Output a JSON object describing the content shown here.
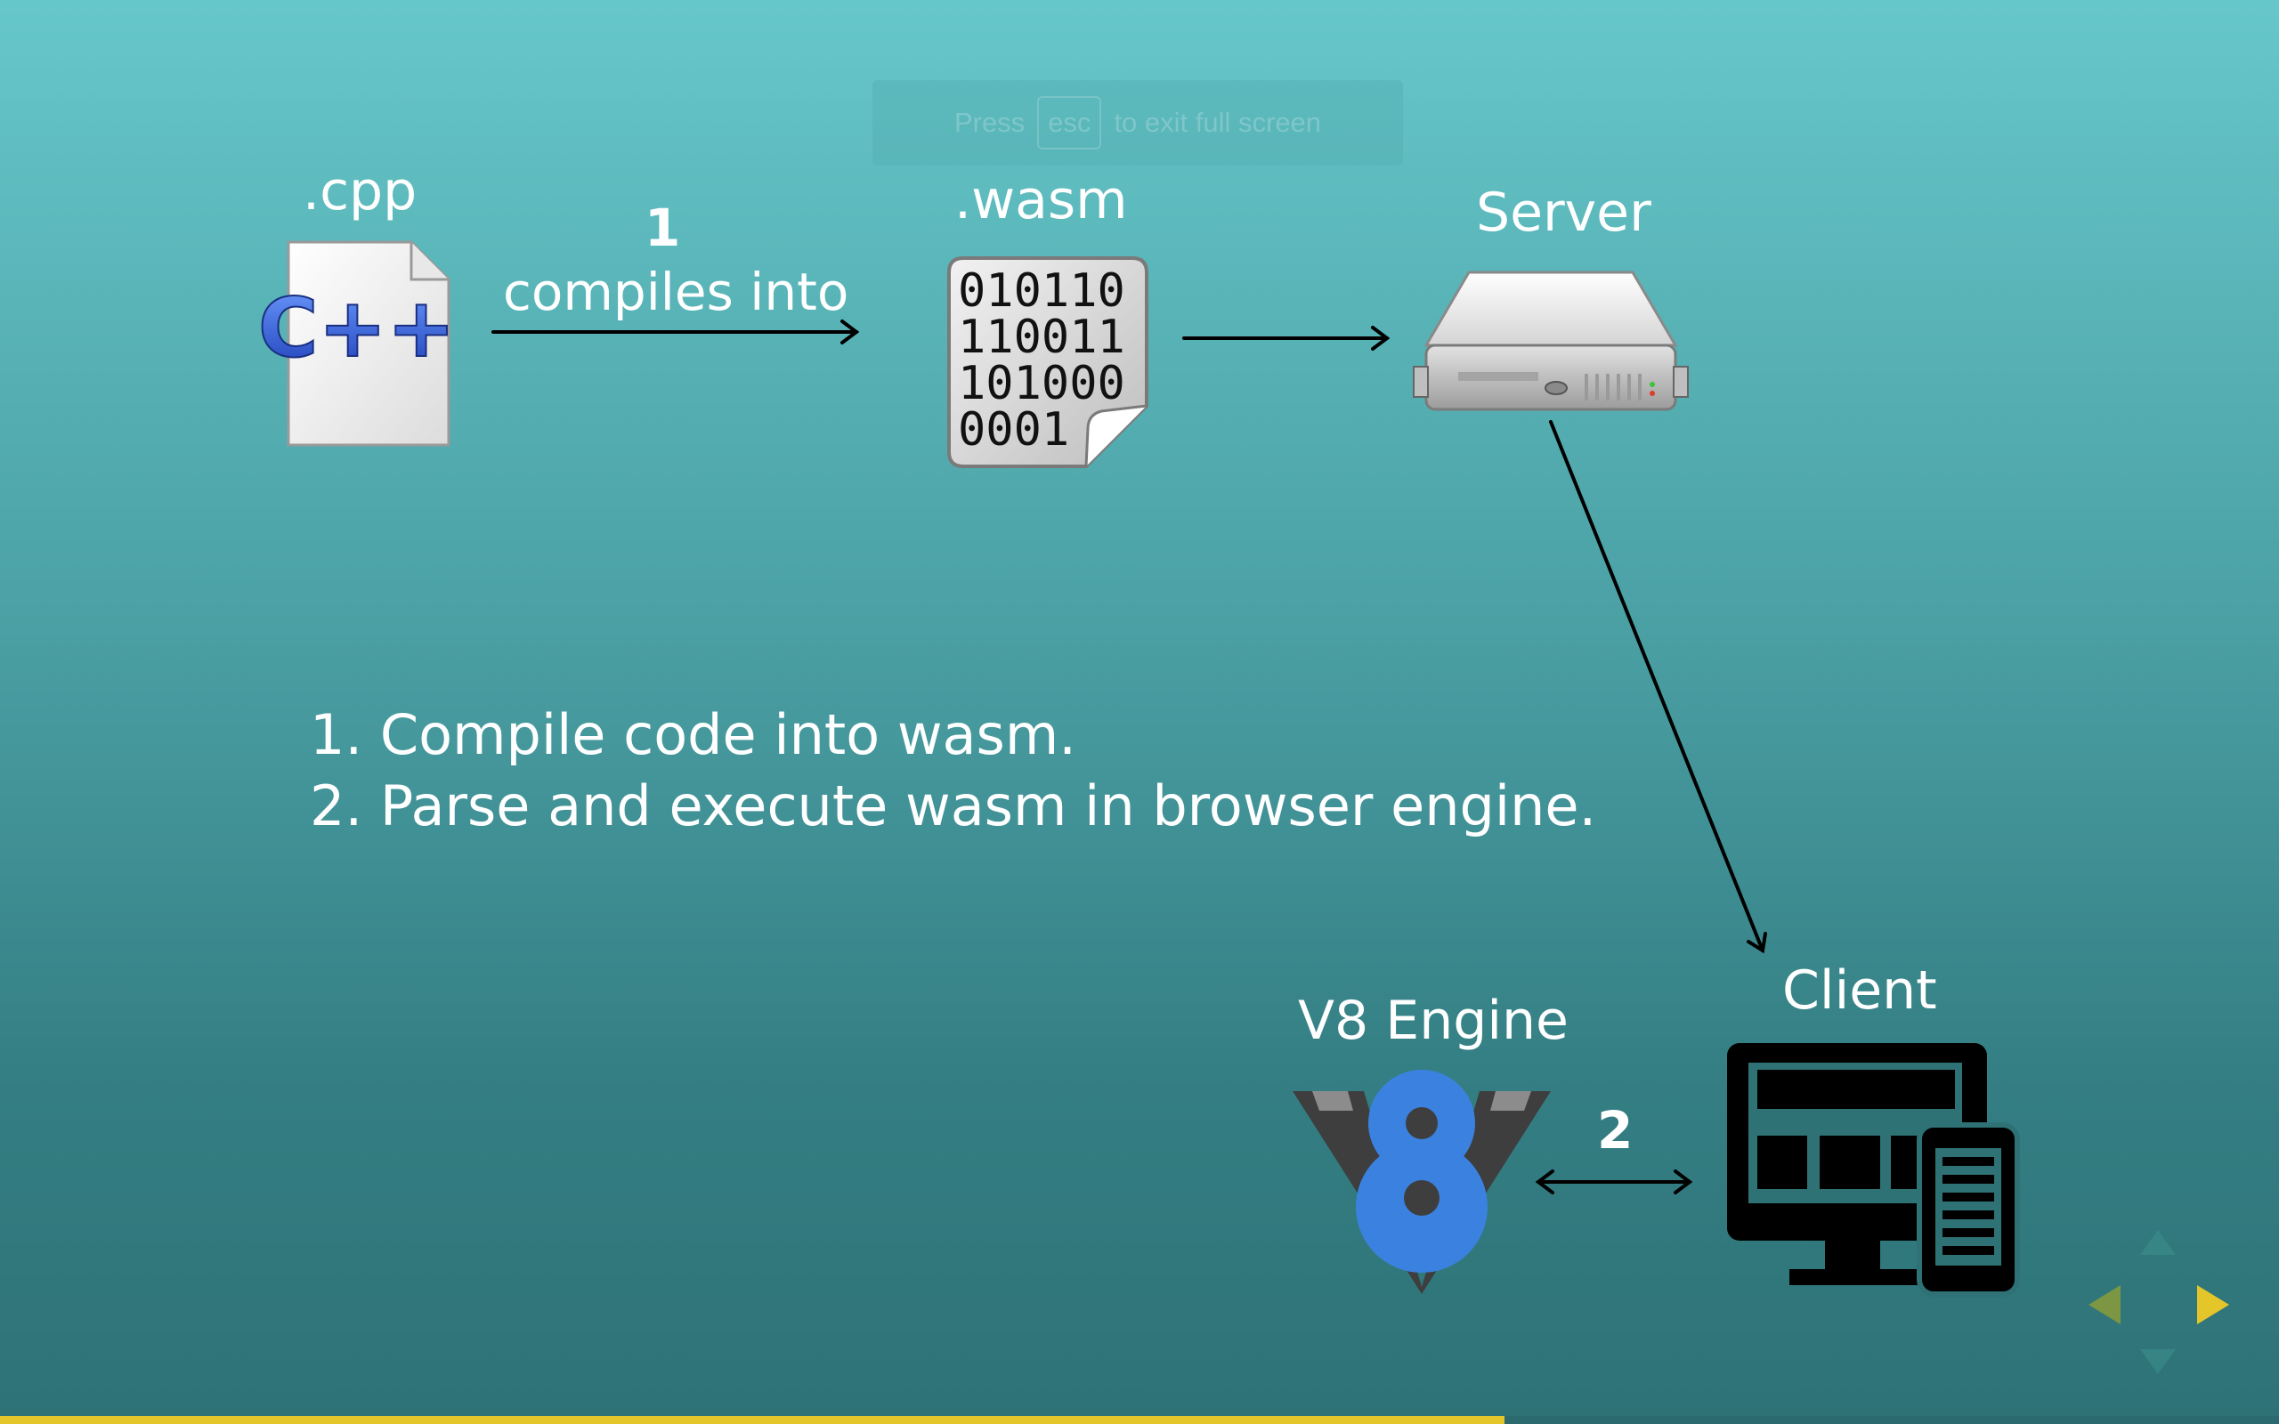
{
  "fullscreen_hint": {
    "press": "Press",
    "key": "esc",
    "rest": "to exit full screen"
  },
  "diagram": {
    "cpp_label": ".cpp",
    "cpp_icon_text": "C++",
    "arrow1_number": "1",
    "arrow1_label": "compiles into",
    "wasm_label": ".wasm",
    "wasm_icon_lines": [
      "010110",
      "110011",
      "101000",
      "0001"
    ],
    "server_label": "Server",
    "client_label": "Client",
    "v8_label": "V8 Engine",
    "arrow2_number": "2"
  },
  "steps": [
    "1.  Compile code into wasm.",
    "2. Parse and execute wasm in browser engine."
  ],
  "progress": 0.66,
  "colors": {
    "accent": "#e5c62a",
    "v8_blue": "#3b82e0",
    "text": "#ffffff"
  },
  "nav": {
    "icons": [
      "nav-up-icon",
      "nav-left-icon",
      "nav-right-icon",
      "nav-down-icon"
    ]
  }
}
